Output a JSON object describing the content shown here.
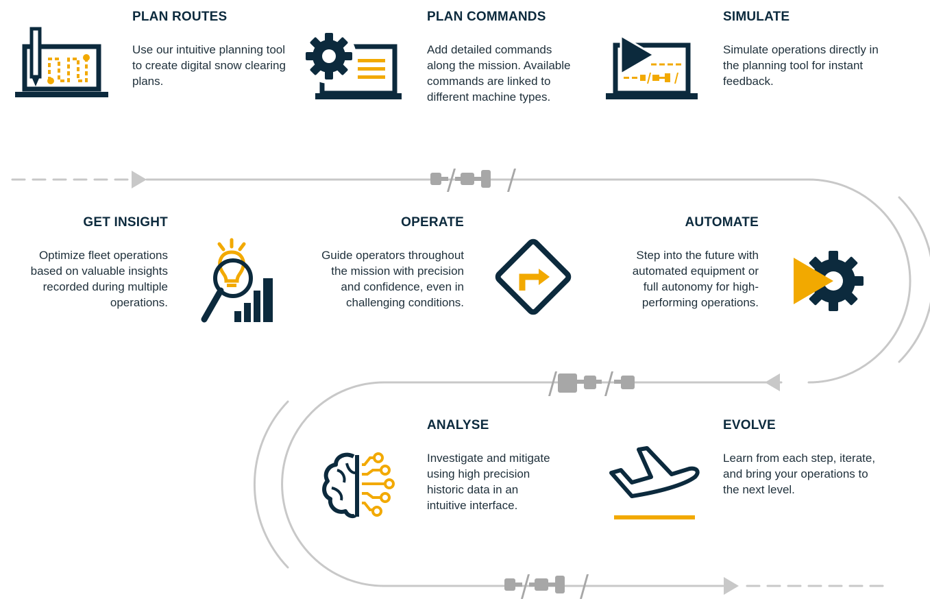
{
  "colors": {
    "navy": "#0c2a3d",
    "accent": "#f2a900",
    "path": "#c8c8c8",
    "connector": "#a7a7a7"
  },
  "steps": [
    {
      "id": "plan-routes",
      "icon": "laptop-pencil-route-icon",
      "title": "PLAN ROUTES",
      "body": "Use our intuitive planning tool to create digital snow clearing plans."
    },
    {
      "id": "plan-commands",
      "icon": "laptop-gear-list-icon",
      "title": "PLAN COMMANDS",
      "body": "Add detailed commands along the mission. Available commands are linked to different machine types."
    },
    {
      "id": "simulate",
      "icon": "laptop-play-icon",
      "title": "SIMULATE",
      "body": "Simulate operations directly in the planning tool for instant feedback."
    },
    {
      "id": "get-insight",
      "icon": "lightbulb-magnifier-chart-icon",
      "title": "GET INSIGHT",
      "body": "Optimize fleet operations based on valuable insights recorded during multiple operations."
    },
    {
      "id": "operate",
      "icon": "road-sign-turn-right-icon",
      "title": "OPERATE",
      "body": "Guide operators throughout the mission with precision and confidence, even in challenging conditions."
    },
    {
      "id": "automate",
      "icon": "play-gear-icon",
      "title": "AUTOMATE",
      "body": "Step into the future with automated equipment or full autonomy for high-performing operations."
    },
    {
      "id": "analyse",
      "icon": "brain-circuit-icon",
      "title": "ANALYSE",
      "body": "Investigate and mitigate using high precision historic data in an intuitive interface."
    },
    {
      "id": "evolve",
      "icon": "airplane-takeoff-icon",
      "title": "EVOLVE",
      "body": "Learn from each step, iterate, and bring your operations to the next level."
    }
  ]
}
